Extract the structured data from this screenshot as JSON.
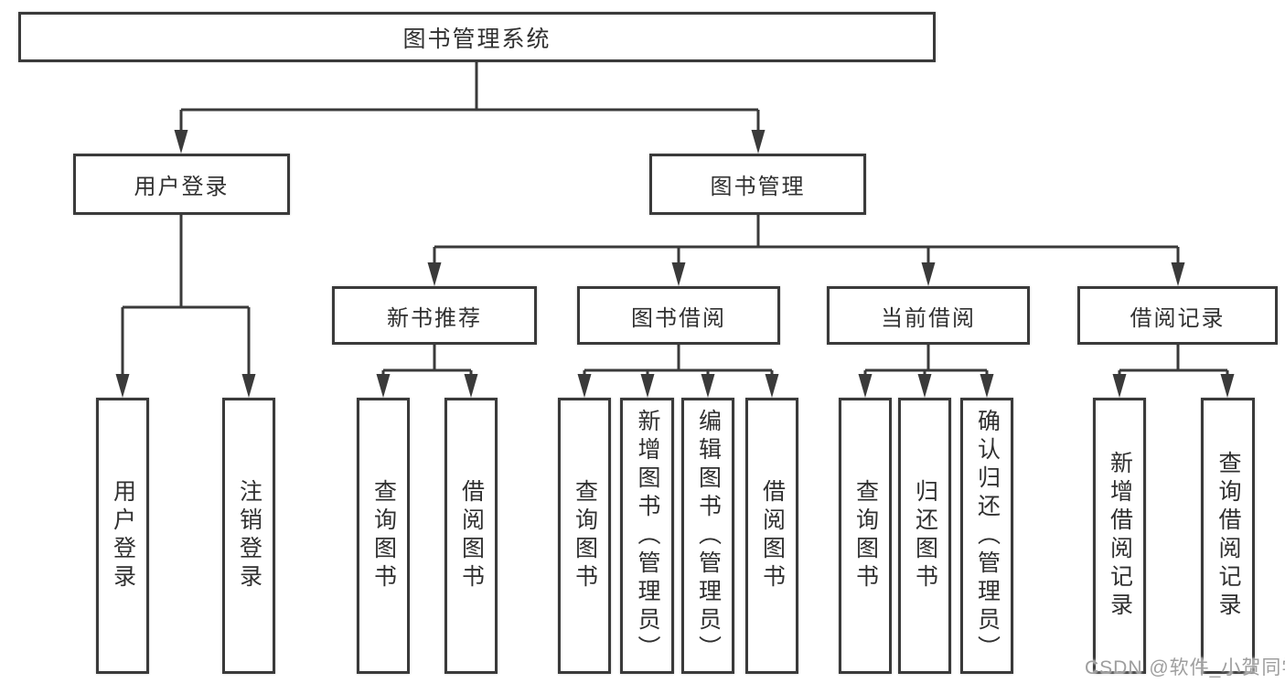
{
  "colors": {
    "line": "#3a3a3a",
    "text": "#303030",
    "box_bg": "#ffffff",
    "watermark": "#9e9e9e"
  },
  "watermark": {
    "text": "CSDN @软件_小贺同学"
  },
  "tree": {
    "root": {
      "label": "图书管理系统"
    },
    "branches": [
      {
        "label": "用户登录",
        "children": [
          {
            "label": "用户登录"
          },
          {
            "label": "注销登录"
          }
        ]
      },
      {
        "label": "图书管理",
        "children": [
          {
            "label": "新书推荐",
            "children": [
              {
                "label": "查询图书"
              },
              {
                "label": "借阅图书"
              }
            ]
          },
          {
            "label": "图书借阅",
            "children": [
              {
                "label": "查询图书"
              },
              {
                "label": "新增图书（管理员）"
              },
              {
                "label": "编辑图书（管理员）"
              },
              {
                "label": "借阅图书"
              }
            ]
          },
          {
            "label": "当前借阅",
            "children": [
              {
                "label": "查询图书"
              },
              {
                "label": "归还图书"
              },
              {
                "label": "确认归还（管理员）"
              }
            ]
          },
          {
            "label": "借阅记录",
            "children": [
              {
                "label": "新增借阅记录"
              },
              {
                "label": "查询借阅记录"
              }
            ]
          }
        ]
      }
    ]
  }
}
